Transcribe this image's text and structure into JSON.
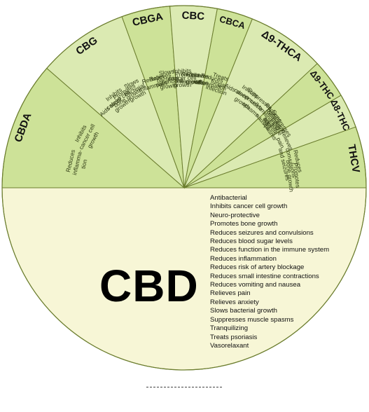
{
  "colors": {
    "cbd_fill": "#f7f6d6",
    "segment_fill": "#cde298",
    "segment_fill_alt": "#dbeab2",
    "stroke": "#ffffff",
    "outline": "#6b7d2e"
  },
  "cbd": {
    "name": "CBD",
    "benefits": [
      "Antibacterial",
      "Inhibits cancer cell growth",
      "Neuro-protective",
      "Promotes bone growth",
      "Reduces seizures and convulsions",
      "Reduces blood sugar levels",
      "Reduces function in the immune system",
      "Reduces inflammation",
      "Reduces risk of artery blockage",
      "Reduces small intestine contractions",
      "Reduces vomiting and nausea",
      "Relieves pain",
      "Relieves anxiety",
      "Slows bacterial growth",
      "Suppresses muscle spasms",
      "Tranquilizing",
      "Treats psoriasis",
      "Vasorelaxant"
    ]
  },
  "segments": [
    {
      "name": "CBDA",
      "items": [
        "Reduces inflamma- tion",
        "Inhibits cancer cell growth"
      ]
    },
    {
      "name": "CBG",
      "items": [
        "Aids sleep",
        "Inhibits cancer cell growth",
        "Promotes bone growth",
        "Slows bacterial growth"
      ]
    },
    {
      "name": "CBGA",
      "items": [
        "Reduces inflammation",
        "Relieves pain",
        "Slows bacterial growth"
      ]
    },
    {
      "name": "CBC",
      "items": [
        "Inhibits cancer cell growth",
        "Promotes bone growth",
        "Reduces inflammation",
        "Relieves pain"
      ]
    },
    {
      "name": "CBCA",
      "items": [
        "Reduces inflammation",
        "Treats fungal infection"
      ]
    },
    {
      "name": "Δ9-THCA",
      "items": [
        "Aids sleep",
        "Inhibits cancer cell growth",
        "Suppresses muscle spasms"
      ]
    },
    {
      "name": "Δ9-THC",
      "items": [
        "Reduces vomiting and nausea",
        "Relieves pain",
        "Stimulates appetite",
        "Suppresses muscle spasms"
      ]
    },
    {
      "name": "Δ8-THC",
      "items": [
        "Relieves pain"
      ]
    },
    {
      "name": "THCV",
      "items": [
        "Reduces convulsions and seizures",
        "Promotes bone growth"
      ]
    }
  ]
}
